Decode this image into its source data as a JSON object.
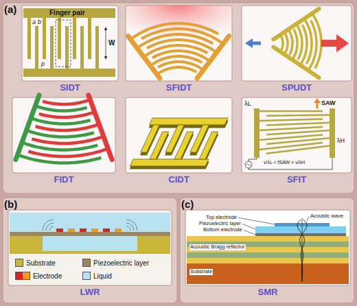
{
  "diagram": {
    "nodes": [
      {
        "text": [
          "(a)"
        ]
      },
      {
        "text": [
          "SIDT"
        ],
        "in": 0
      },
      {
        "text": [
          "SFIDT"
        ],
        "in": 0
      },
      {
        "text": [
          "SPUDT"
        ],
        "in": 0
      },
      {
        "text": [
          "FIDT"
        ],
        "in": 0
      },
      {
        "text": [
          "CIDT"
        ],
        "in": 0
      },
      {
        "text": [
          "SFIT"
        ],
        "in": 0
      },
      {
        "text": [
          "(b)"
        ]
      },
      {
        "text": [
          "LWR"
        ],
        "in": 7
      },
      {
        "text": [
          "(c)"
        ]
      },
      {
        "text": [
          "SMR"
        ],
        "in": 9
      }
    ],
    "labels": [
      "a",
      "b",
      "Finger pair",
      "W",
      "p",
      "SAW",
      "λL",
      "λH",
      "v/λL < fSAW < v/λH",
      "Top electrode",
      "Acoustic wave",
      "Piezoelectric layer",
      "Bottom electrode",
      "Acoustic Bragg reflector",
      "Substrate"
    ],
    "legend": [
      {
        "text": "Substrate",
        "color": "#c9b43c"
      },
      {
        "text": "Piezoelectric layer",
        "color": "#9c8660"
      },
      {
        "text": "Electrode",
        "color": "#e02020"
      },
      {
        "text": "Liquid",
        "color": "#b8e2ef"
      }
    ]
  }
}
